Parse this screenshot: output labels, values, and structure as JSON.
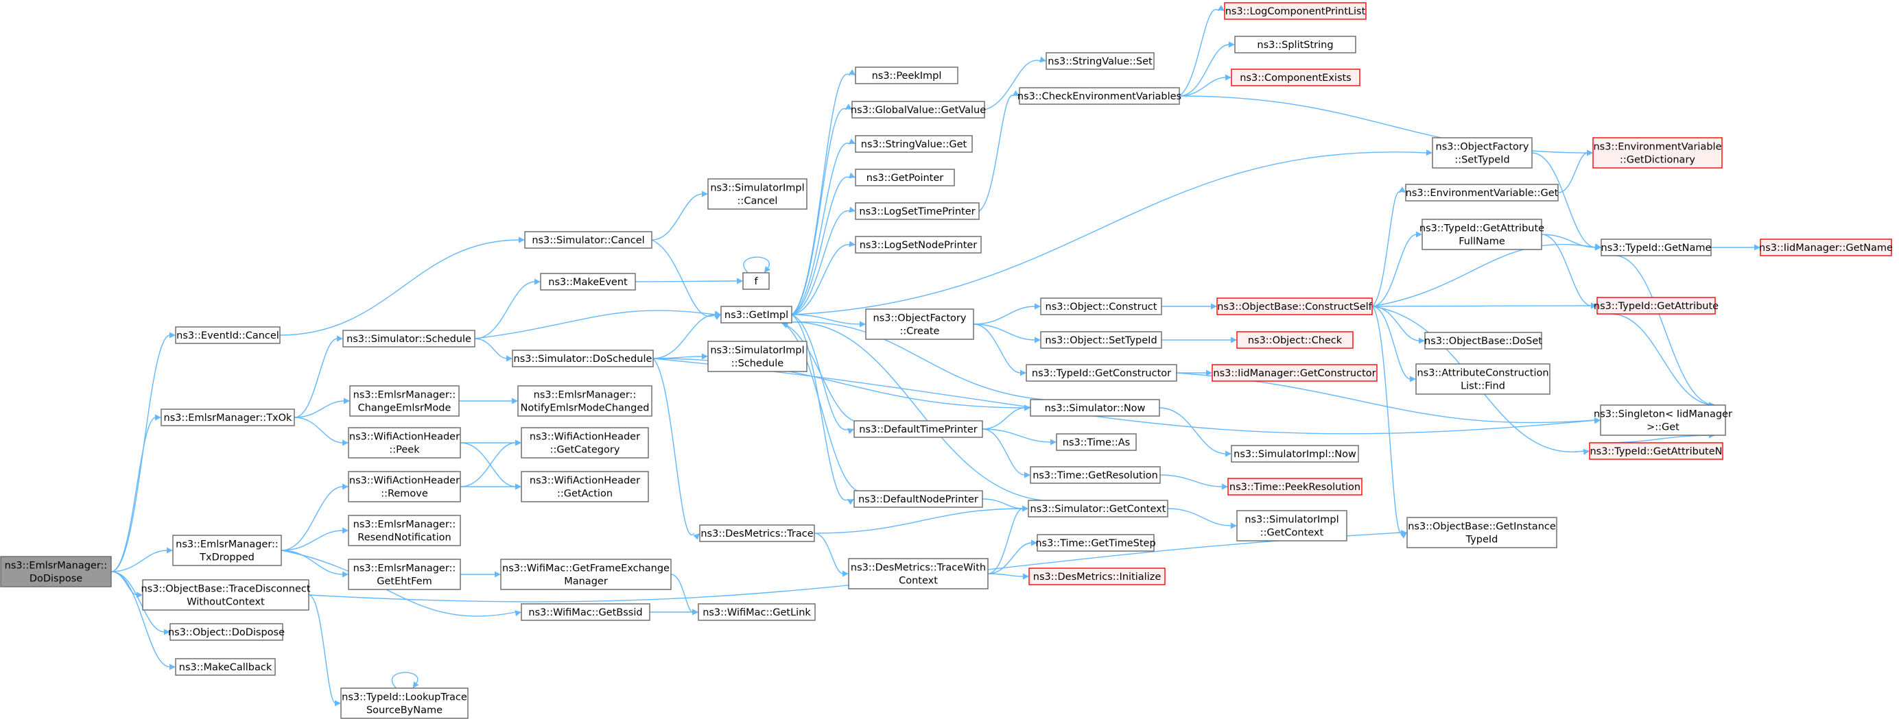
{
  "colors": {
    "edge": "#63b8ff",
    "node_border": "#666666",
    "node_fill": "#ffffff",
    "root_fill": "#999999",
    "incomplete_border": "#ff0000",
    "incomplete_fill": "#fff0f0"
  },
  "nodes": [
    {
      "id": "root",
      "lines": [
        "ns3::EmlsrManager::",
        "DoDispose"
      ],
      "kind": "root"
    },
    {
      "id": "eventid_cancel",
      "lines": [
        "ns3::EventId::Cancel"
      ],
      "kind": "normal"
    },
    {
      "id": "txok",
      "lines": [
        "ns3::EmlsrManager::TxOk"
      ],
      "kind": "normal"
    },
    {
      "id": "txdropped",
      "lines": [
        "ns3::EmlsrManager::",
        "TxDropped"
      ],
      "kind": "normal"
    },
    {
      "id": "tracedisconnect",
      "lines": [
        "ns3::ObjectBase::TraceDisconnect",
        "WithoutContext"
      ],
      "kind": "normal"
    },
    {
      "id": "object_dodispose",
      "lines": [
        "ns3::Object::DoDispose"
      ],
      "kind": "normal"
    },
    {
      "id": "makecallback",
      "lines": [
        "ns3::MakeCallback"
      ],
      "kind": "normal"
    },
    {
      "id": "sim_cancel",
      "lines": [
        "ns3::Simulator::Cancel"
      ],
      "kind": "normal"
    },
    {
      "id": "makeevent",
      "lines": [
        "ns3::MakeEvent"
      ],
      "kind": "normal"
    },
    {
      "id": "sim_schedule",
      "lines": [
        "ns3::Simulator::Schedule"
      ],
      "kind": "normal"
    },
    {
      "id": "changeemlsrmode",
      "lines": [
        "ns3::EmlsrManager::",
        "ChangeEmlsrMode"
      ],
      "kind": "normal"
    },
    {
      "id": "wah_peek",
      "lines": [
        "ns3::WifiActionHeader",
        "::Peek"
      ],
      "kind": "normal"
    },
    {
      "id": "wah_remove",
      "lines": [
        "ns3::WifiActionHeader",
        "::Remove"
      ],
      "kind": "normal"
    },
    {
      "id": "resendnotification",
      "lines": [
        "ns3::EmlsrManager::",
        "ResendNotification"
      ],
      "kind": "normal"
    },
    {
      "id": "getehtfem",
      "lines": [
        "ns3::EmlsrManager::",
        "GetEhtFem"
      ],
      "kind": "normal"
    },
    {
      "id": "lookuptrace",
      "lines": [
        "ns3::TypeId::LookupTrace",
        "SourceByName"
      ],
      "kind": "normal"
    },
    {
      "id": "wifimac_getbssid",
      "lines": [
        "ns3::WifiMac::GetBssid"
      ],
      "kind": "normal"
    },
    {
      "id": "simimpl_cancel",
      "lines": [
        "ns3::SimulatorImpl",
        "::Cancel"
      ],
      "kind": "normal"
    },
    {
      "id": "f",
      "lines": [
        "f"
      ],
      "kind": "normal"
    },
    {
      "id": "getimpl",
      "lines": [
        "ns3::GetImpl"
      ],
      "kind": "normal"
    },
    {
      "id": "sim_doschedule",
      "lines": [
        "ns3::Simulator::DoSchedule"
      ],
      "kind": "normal"
    },
    {
      "id": "notifyemlsr",
      "lines": [
        "ns3::EmlsrManager::",
        "NotifyEmlsrModeChanged"
      ],
      "kind": "normal"
    },
    {
      "id": "wah_getcategory",
      "lines": [
        "ns3::WifiActionHeader",
        "::GetCategory"
      ],
      "kind": "normal"
    },
    {
      "id": "wah_getaction",
      "lines": [
        "ns3::WifiActionHeader",
        "::GetAction"
      ],
      "kind": "normal"
    },
    {
      "id": "desmetrics_trace",
      "lines": [
        "ns3::DesMetrics::Trace"
      ],
      "kind": "normal"
    },
    {
      "id": "getframeexchange",
      "lines": [
        "ns3::WifiMac::GetFrameExchange",
        "Manager"
      ],
      "kind": "normal"
    },
    {
      "id": "wifimac_getlink",
      "lines": [
        "ns3::WifiMac::GetLink"
      ],
      "kind": "normal"
    },
    {
      "id": "peekimpl",
      "lines": [
        "ns3::PeekImpl"
      ],
      "kind": "normal"
    },
    {
      "id": "gv_getvalue",
      "lines": [
        "ns3::GlobalValue::GetValue"
      ],
      "kind": "normal"
    },
    {
      "id": "sv_get",
      "lines": [
        "ns3::StringValue::Get"
      ],
      "kind": "normal"
    },
    {
      "id": "getpointer",
      "lines": [
        "ns3::GetPointer"
      ],
      "kind": "normal"
    },
    {
      "id": "logsettimeprinter",
      "lines": [
        "ns3::LogSetTimePrinter"
      ],
      "kind": "normal"
    },
    {
      "id": "logsetnodeprinter",
      "lines": [
        "ns3::LogSetNodePrinter"
      ],
      "kind": "normal"
    },
    {
      "id": "simimpl_schedule",
      "lines": [
        "ns3::SimulatorImpl",
        "::Schedule"
      ],
      "kind": "normal"
    },
    {
      "id": "objfactory_create",
      "lines": [
        "ns3::ObjectFactory",
        "::Create"
      ],
      "kind": "normal"
    },
    {
      "id": "defaulttimeprinter",
      "lines": [
        "ns3::DefaultTimePrinter"
      ],
      "kind": "normal"
    },
    {
      "id": "defaultnodeprinter",
      "lines": [
        "ns3::DefaultNodePrinter"
      ],
      "kind": "normal"
    },
    {
      "id": "tracewithcontext",
      "lines": [
        "ns3::DesMetrics::TraceWith",
        "Context"
      ],
      "kind": "normal"
    },
    {
      "id": "sv_set",
      "lines": [
        "ns3::StringValue::Set"
      ],
      "kind": "normal"
    },
    {
      "id": "checkenvvars",
      "lines": [
        "ns3::CheckEnvironmentVariables"
      ],
      "kind": "normal"
    },
    {
      "id": "object_construct",
      "lines": [
        "ns3::Object::Construct"
      ],
      "kind": "normal"
    },
    {
      "id": "object_settypeid",
      "lines": [
        "ns3::Object::SetTypeId"
      ],
      "kind": "normal"
    },
    {
      "id": "typeid_getconstructor",
      "lines": [
        "ns3::TypeId::GetConstructor"
      ],
      "kind": "normal"
    },
    {
      "id": "sim_now",
      "lines": [
        "ns3::Simulator::Now"
      ],
      "kind": "normal"
    },
    {
      "id": "time_as",
      "lines": [
        "ns3::Time::As"
      ],
      "kind": "normal"
    },
    {
      "id": "time_getresolution",
      "lines": [
        "ns3::Time::GetResolution"
      ],
      "kind": "normal"
    },
    {
      "id": "sim_getcontext",
      "lines": [
        "ns3::Simulator::GetContext"
      ],
      "kind": "normal"
    },
    {
      "id": "time_gettimestep",
      "lines": [
        "ns3::Time::GetTimeStep"
      ],
      "kind": "normal"
    },
    {
      "id": "desmetrics_init",
      "lines": [
        "ns3::DesMetrics::Initialize"
      ],
      "kind": "incomplete"
    },
    {
      "id": "logcompprintlist",
      "lines": [
        "ns3::LogComponentPrintList"
      ],
      "kind": "incomplete"
    },
    {
      "id": "splitstring",
      "lines": [
        "ns3::SplitString"
      ],
      "kind": "normal"
    },
    {
      "id": "componentexists",
      "lines": [
        "ns3::ComponentExists"
      ],
      "kind": "incomplete"
    },
    {
      "id": "objbase_constructself",
      "lines": [
        "ns3::ObjectBase::ConstructSelf"
      ],
      "kind": "incomplete"
    },
    {
      "id": "object_check",
      "lines": [
        "ns3::Object::Check"
      ],
      "kind": "incomplete"
    },
    {
      "id": "iid_getconstructor",
      "lines": [
        "ns3::IidManager::GetConstructor"
      ],
      "kind": "incomplete"
    },
    {
      "id": "simimpl_now",
      "lines": [
        "ns3::SimulatorImpl::Now"
      ],
      "kind": "normal"
    },
    {
      "id": "time_peekresolution",
      "lines": [
        "ns3::Time::PeekResolution"
      ],
      "kind": "incomplete"
    },
    {
      "id": "simimpl_getcontext",
      "lines": [
        "ns3::SimulatorImpl",
        "::GetContext"
      ],
      "kind": "normal"
    },
    {
      "id": "objfactory_settypeid",
      "lines": [
        "ns3::ObjectFactory",
        "::SetTypeId"
      ],
      "kind": "normal"
    },
    {
      "id": "envvar_get",
      "lines": [
        "ns3::EnvironmentVariable::Get"
      ],
      "kind": "normal"
    },
    {
      "id": "typeid_getattrfullname",
      "lines": [
        "ns3::TypeId::GetAttribute",
        "FullName"
      ],
      "kind": "normal"
    },
    {
      "id": "objbase_doset",
      "lines": [
        "ns3::ObjectBase::DoSet"
      ],
      "kind": "normal"
    },
    {
      "id": "attrconstruction_find",
      "lines": [
        "ns3::AttributeConstruction",
        "List::Find"
      ],
      "kind": "normal"
    },
    {
      "id": "objbase_getinstancetypeid",
      "lines": [
        "ns3::ObjectBase::GetInstance",
        "TypeId"
      ],
      "kind": "normal"
    },
    {
      "id": "envvar_getdictionary",
      "lines": [
        "ns3::EnvironmentVariable",
        "::GetDictionary"
      ],
      "kind": "incomplete"
    },
    {
      "id": "typeid_getname",
      "lines": [
        "ns3::TypeId::GetName"
      ],
      "kind": "normal"
    },
    {
      "id": "typeid_getattribute",
      "lines": [
        "ns3::TypeId::GetAttribute"
      ],
      "kind": "incomplete"
    },
    {
      "id": "typeid_getattributen",
      "lines": [
        "ns3::TypeId::GetAttributeN"
      ],
      "kind": "incomplete"
    },
    {
      "id": "singleton_get",
      "lines": [
        "ns3::Singleton< IidManager",
        ">::Get"
      ],
      "kind": "normal"
    },
    {
      "id": "iid_getname",
      "lines": [
        "ns3::IidManager::GetName"
      ],
      "kind": "incomplete"
    }
  ]
}
